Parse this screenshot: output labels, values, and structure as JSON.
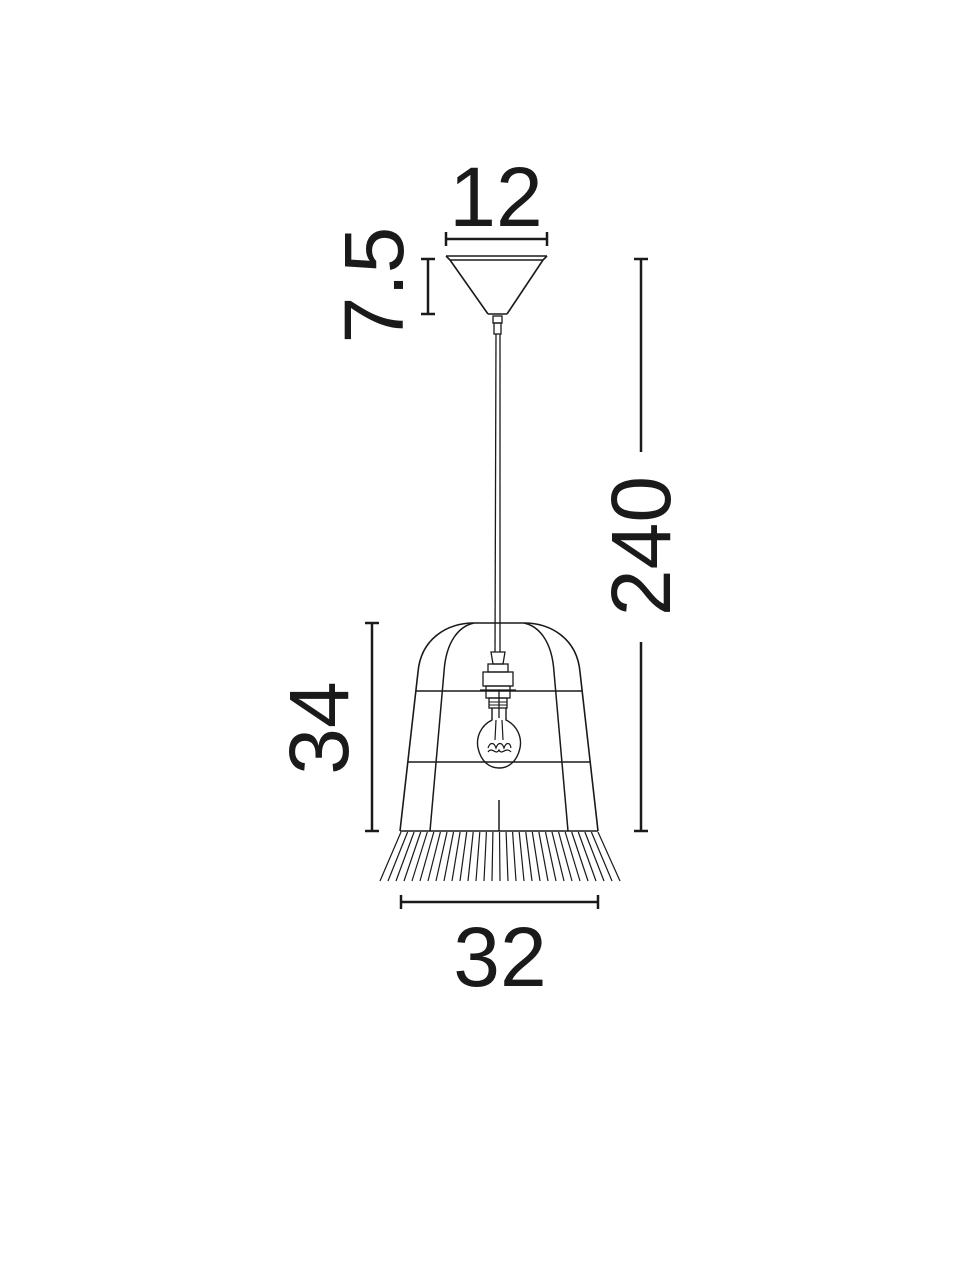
{
  "dimensions": {
    "canopy_width": "12",
    "canopy_height": "7.5",
    "total_height": "240",
    "shade_height": "34",
    "shade_width": "32"
  },
  "colors": {
    "ink": "#1a1a1a",
    "background": "#ffffff"
  }
}
